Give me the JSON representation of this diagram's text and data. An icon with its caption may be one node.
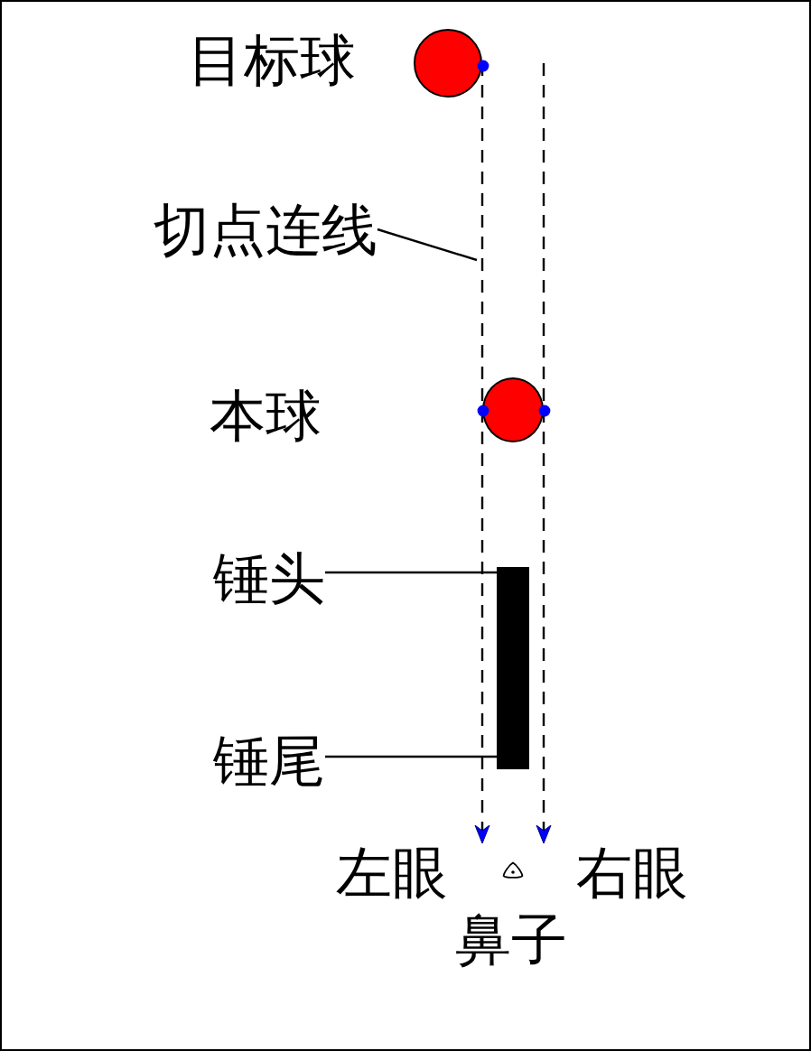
{
  "diagram": {
    "nodes": [
      {
        "text": [],
        "shape": "circle",
        "beside": [
          "目标球"
        ]
      },
      {
        "text": [
          "切点连线"
        ]
      },
      {
        "text": [],
        "shape": "circle",
        "beside": [
          "本球"
        ]
      },
      {
        "text": [
          "锤头"
        ]
      },
      {
        "text": [],
        "shape": "bar"
      },
      {
        "text": [
          "锤尾"
        ]
      },
      {
        "text": [
          "左眼"
        ]
      },
      {
        "text": [
          "右眼"
        ]
      }
    ],
    "edges": [
      {
        "from": 0,
        "to": 6,
        "arrow": "to",
        "style": "dashed"
      },
      {
        "from": null,
        "to": 7,
        "arrow": "to",
        "style": "dashed"
      },
      {
        "from": 1,
        "to": null,
        "arrow": "none"
      },
      {
        "from": 3,
        "to": 4,
        "arrow": "none"
      },
      {
        "from": 5,
        "to": 4,
        "arrow": "none"
      }
    ],
    "labels": [
      "鼻子"
    ]
  }
}
